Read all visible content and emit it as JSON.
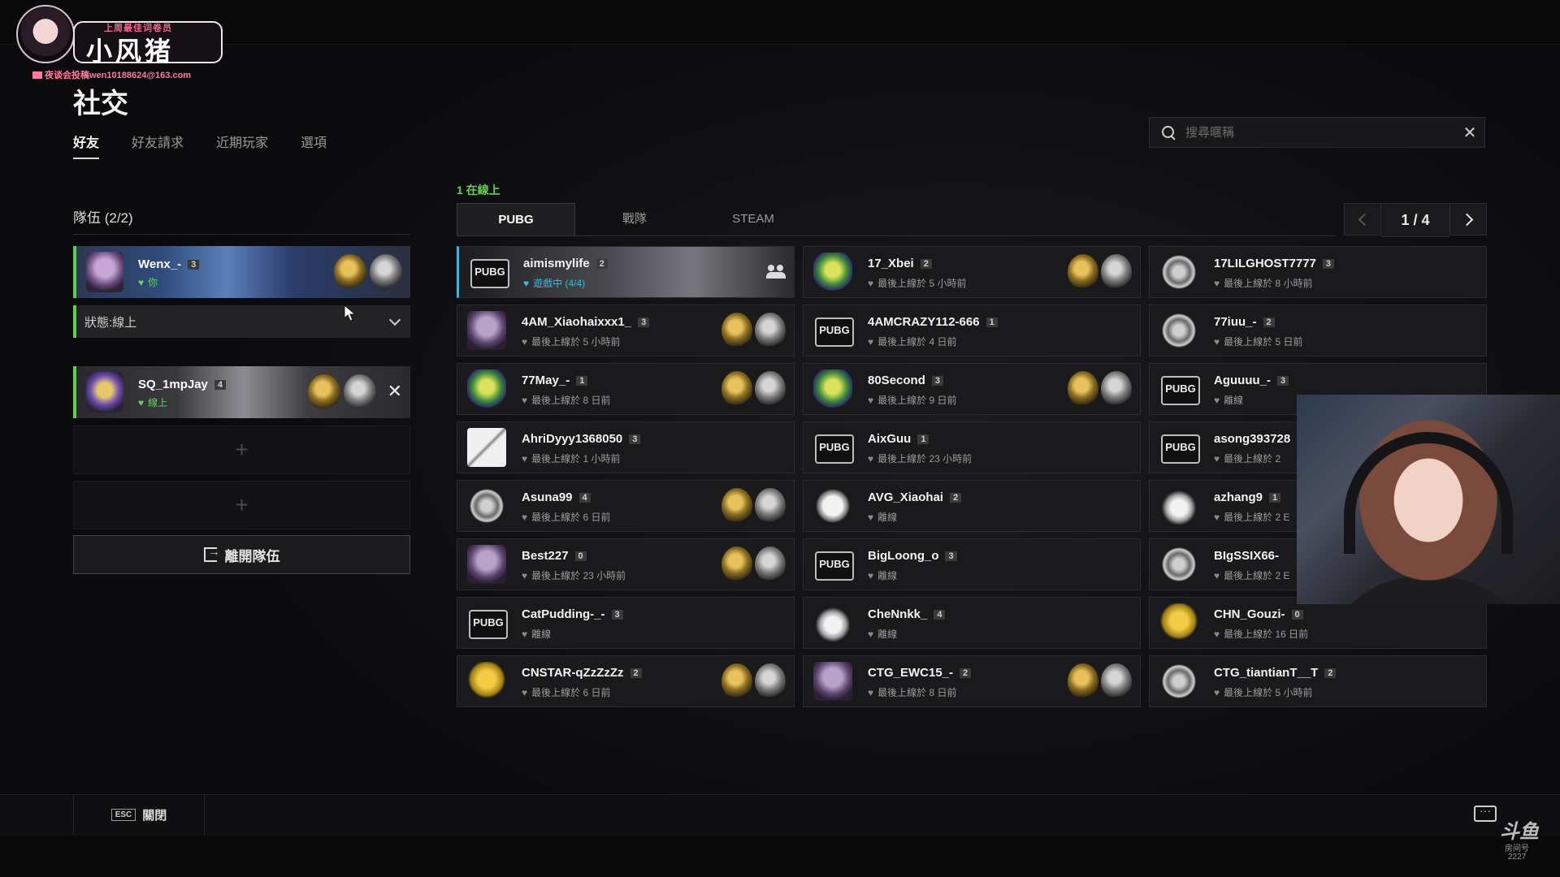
{
  "overlay": {
    "logo_top": "上周最佳词卷员",
    "logo_name": "小风猪",
    "logo_mail": "夜谈会投稿wen10188624@163.com",
    "watermark": "斗鱼",
    "watermark_sub": "房间号",
    "watermark_num": "2227"
  },
  "page": {
    "title": "社交"
  },
  "nav_tabs": [
    {
      "label": "好友",
      "active": true
    },
    {
      "label": "好友請求",
      "active": false
    },
    {
      "label": "近期玩家",
      "active": false
    },
    {
      "label": "選項",
      "active": false
    }
  ],
  "search": {
    "placeholder": "搜尋暱稱",
    "clear": "✕"
  },
  "party": {
    "title": "隊伍 (2/2)",
    "members": [
      {
        "name": "Wenx_-",
        "level": "3",
        "status": "你"
      },
      {
        "name": "SQ_1mpJay",
        "level": "4",
        "status": "線上"
      }
    ],
    "status_select": "狀態:線上",
    "empty_slot": "+",
    "leave_label": "離開隊伍",
    "kick": "✕"
  },
  "friends": {
    "online_count": "1 在線上",
    "tabs": [
      {
        "label": "PUBG",
        "active": true
      },
      {
        "label": "戰隊",
        "active": false
      },
      {
        "label": "STEAM",
        "active": false
      }
    ],
    "pager": "1 / 4",
    "cards": [
      {
        "name": "aimismylife",
        "level": "2",
        "status": "遊戲中 (4/4)",
        "ingame": true,
        "emblem": "pubg"
      },
      {
        "name": "17_Xbei",
        "level": "2",
        "status": "最後上線於 5 小時前",
        "emblem": "green"
      },
      {
        "name": "17LILGHOST7777",
        "level": "3",
        "status": "最後上線於 8 小時前",
        "emblem": "wreath"
      },
      {
        "name": "4AM_Xiaohaixxx1_",
        "level": "3",
        "status": "最後上線於 5 小時前",
        "emblem": "purple"
      },
      {
        "name": "4AMCRAZY112-666",
        "level": "1",
        "status": "最後上線於 4 日前",
        "emblem": "pubg"
      },
      {
        "name": "77iuu_-",
        "level": "2",
        "status": "最後上線於 5 日前",
        "emblem": "wreath"
      },
      {
        "name": "77May_-",
        "level": "1",
        "status": "最後上線於 8 日前",
        "emblem": "green"
      },
      {
        "name": "80Second",
        "level": "3",
        "status": "最後上線於 9 日前",
        "emblem": "green"
      },
      {
        "name": "Aguuuu_-",
        "level": "3",
        "status": "離線",
        "emblem": "pubg"
      },
      {
        "name": "AhriDyyy1368050",
        "level": "3",
        "status": "最後上線於 1 小時前",
        "emblem": "cards"
      },
      {
        "name": "AixGuu",
        "level": "1",
        "status": "最後上線於 23 小時前",
        "emblem": "pubg"
      },
      {
        "name": "asong393728",
        "level": "",
        "status": "最後上線於 2",
        "emblem": "pubg"
      },
      {
        "name": "Asuna99",
        "level": "4",
        "status": "最後上線於 6 日前",
        "emblem": "wreath"
      },
      {
        "name": "AVG_Xiaohai",
        "level": "2",
        "status": "離線",
        "emblem": "mask"
      },
      {
        "name": "azhang9",
        "level": "1",
        "status": "最後上線於 2 E",
        "emblem": "bunny"
      },
      {
        "name": "Best227",
        "level": "0",
        "status": "最後上線於 23 小時前",
        "emblem": "purple"
      },
      {
        "name": "BigLoong_o",
        "level": "3",
        "status": "離線",
        "emblem": "pubg"
      },
      {
        "name": "BIgSSIX66-",
        "level": "",
        "status": "最後上線於 2 E",
        "emblem": "wreath"
      },
      {
        "name": "CatPudding-_-",
        "level": "3",
        "status": "離線",
        "emblem": "pubg"
      },
      {
        "name": "CheNnkk_",
        "level": "4",
        "status": "離線",
        "emblem": "bunny"
      },
      {
        "name": "CHN_Gouzi-",
        "level": "0",
        "status": "最後上線於 16 日前",
        "emblem": "gold"
      },
      {
        "name": "CNSTAR-qZzZzZz",
        "level": "2",
        "status": "最後上線於 6 日前",
        "emblem": "gold"
      },
      {
        "name": "CTG_EWC15_-",
        "level": "2",
        "status": "最後上線於 8 日前",
        "emblem": "purple"
      },
      {
        "name": "CTG_tiantianT__T",
        "level": "2",
        "status": "最後上線於 5 小時前",
        "emblem": "wreath"
      }
    ]
  },
  "bottom": {
    "esc_key": "ESC",
    "close_label": "關閉"
  }
}
